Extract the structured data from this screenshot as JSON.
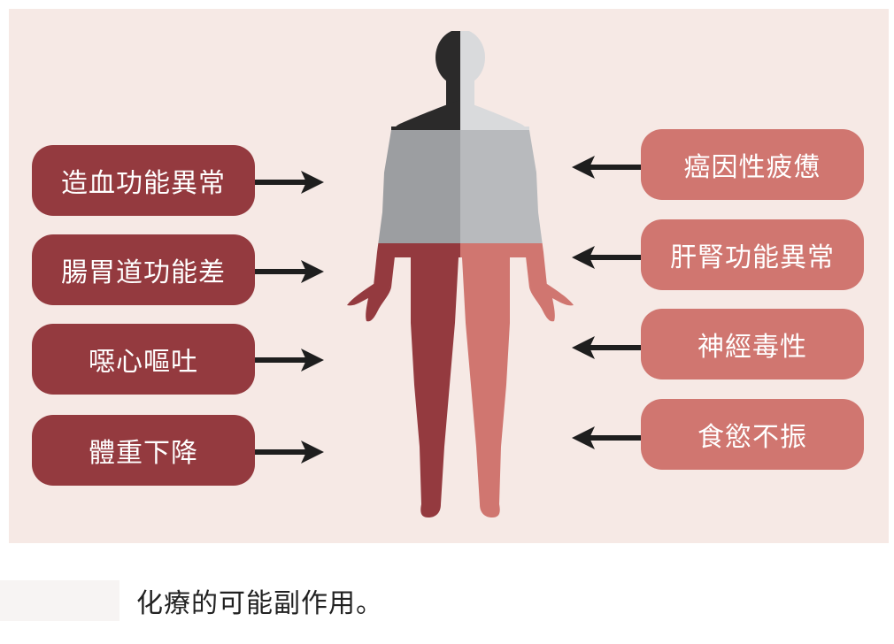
{
  "diagram": {
    "left_labels": [
      "造血功能異常",
      "腸胃道功能差",
      "噁心嘔吐",
      "體重下降"
    ],
    "right_labels": [
      "癌因性疲憊",
      "肝腎功能異常",
      "神經毒性",
      "食慾不振"
    ],
    "colors": {
      "panel_bg": "#f6e9e5",
      "left_box": "#943a3f",
      "right_box": "#d07670",
      "head_dark": "#2b2a2a",
      "head_light": "#d9dadc",
      "torso_dark": "#9c9ea1",
      "torso_light": "#b8babd",
      "legs_dark": "#943a3f",
      "legs_light": "#d07670",
      "arrow": "#1e1e1e",
      "label_text": "#ffffff"
    },
    "icons": [
      "human-body-figure",
      "arrow-right-icon",
      "arrow-left-icon"
    ]
  },
  "caption": "化療的可能副作用。"
}
